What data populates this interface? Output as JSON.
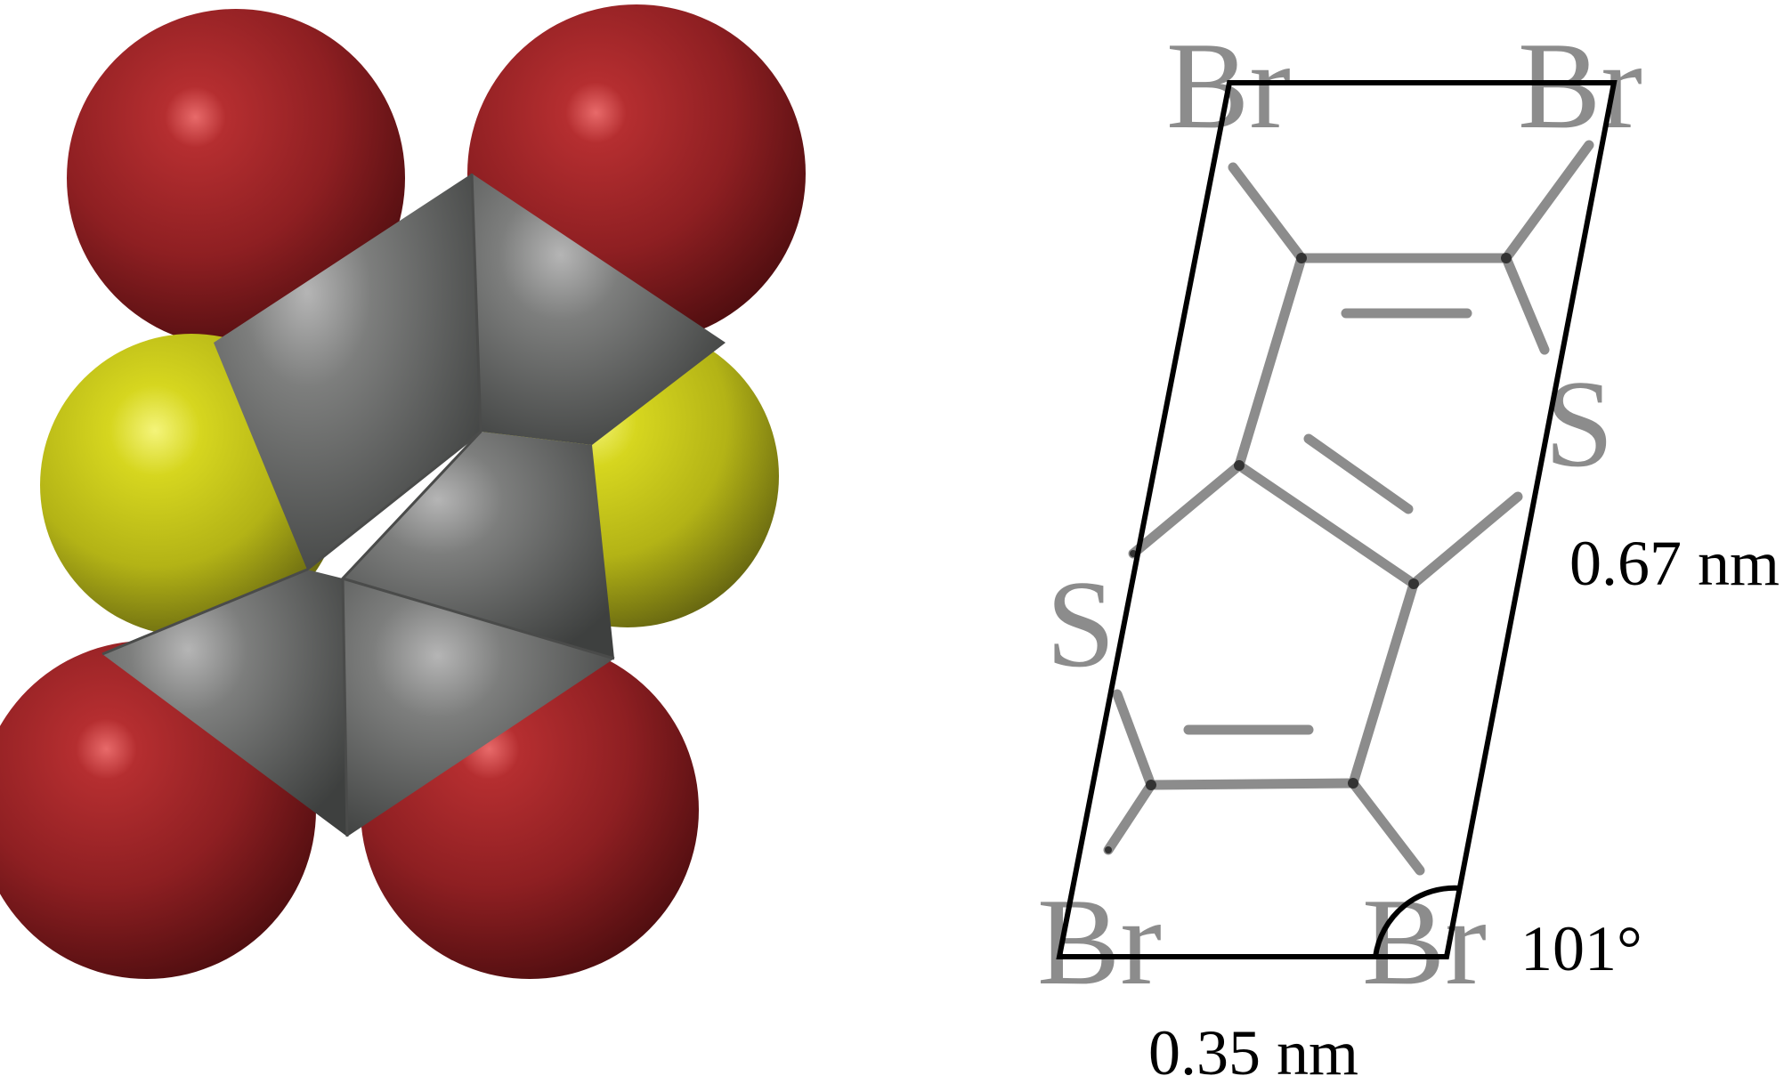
{
  "space_filling_model": {
    "atoms": [
      {
        "element": "Br",
        "color": "#8e1f22"
      },
      {
        "element": "Br",
        "color": "#8e1f22"
      },
      {
        "element": "Br",
        "color": "#8e1f22"
      },
      {
        "element": "Br",
        "color": "#8e1f22"
      },
      {
        "element": "S",
        "color": "#c9c91a"
      },
      {
        "element": "S",
        "color": "#c9c91a"
      },
      {
        "element": "C",
        "color": "#6e6f6e"
      }
    ]
  },
  "structure": {
    "atom_labels": {
      "br_top_left": "Br",
      "br_top_right": "Br",
      "br_bottom_left": "Br",
      "br_bottom_right": "Br",
      "s_right": "S",
      "s_left": "S"
    },
    "dimensions": {
      "length_a": "0.67 nm",
      "length_b": "0.35 nm",
      "angle": "101°"
    },
    "colors": {
      "bond": "#8c8c8c",
      "cell": "#000000",
      "label": "#8c8c8c"
    }
  }
}
